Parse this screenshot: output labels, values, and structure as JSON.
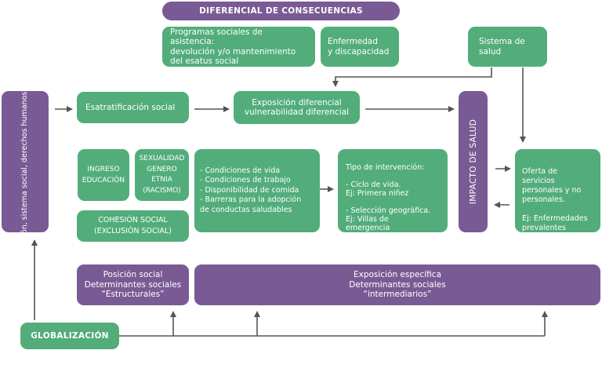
{
  "header": {
    "title": "DIFERENCIAL DE CONSECUENCIAS"
  },
  "top": {
    "programas": "Programas sociales de\nasistencia:\ndevolución y/o mantenimiento\ndel esatus social",
    "enfermedad": "Enfermedad\ny discapacidad",
    "sistema_salud": "Sistema de\nsalud"
  },
  "contexto": "Contexto social y político.\nCultura, religión, sistema\nsocial, derechos humanos,\nmercado de trabajo, sistema\neducativo",
  "estratificacion": "Esatratificación social",
  "exposicion_diferencial": "Exposición diferencial\nvulnerabilidad diferencial",
  "impacto": "IMPACTO DE SALUD",
  "ingreso": "INGRESO\nEDUCACIÓN",
  "sexualidad": "SEXUALIDAD\nGENERO\nETNIA\n(RACISMO)",
  "cohesion": "COHESIÓN SOCIAL\n(EXCLUSIÓN SOCIAL)",
  "condiciones": "- Condiciones de vida\n- Condiciones de trabajo\n- Disponibilidad de comida\n- Barreras para la adopción\n  de conductas saludables",
  "tipo_intervencion": "Tipo de intervención:\n\n- Ciclo de vida.\n  Ej: Primera niñez\n\n- Selección geográfica.\n  Ej: Villas de\n  emergencia",
  "oferta": "Oferta de\nservicios\npersonales y no\npersonales.\n\nEj: Enfermedades\nprevalentes",
  "posicion": "Posición social\nDeterminantes sociales\n“Estructurales”",
  "exposicion_especifica": "Exposición específica\nDeterminantes sociales\n“intermediarios”",
  "globalizacion": "GLOBALIZACIÓN",
  "colors": {
    "green": "#52ad7b",
    "purple": "#7a5a94",
    "arrow": "#555555"
  }
}
